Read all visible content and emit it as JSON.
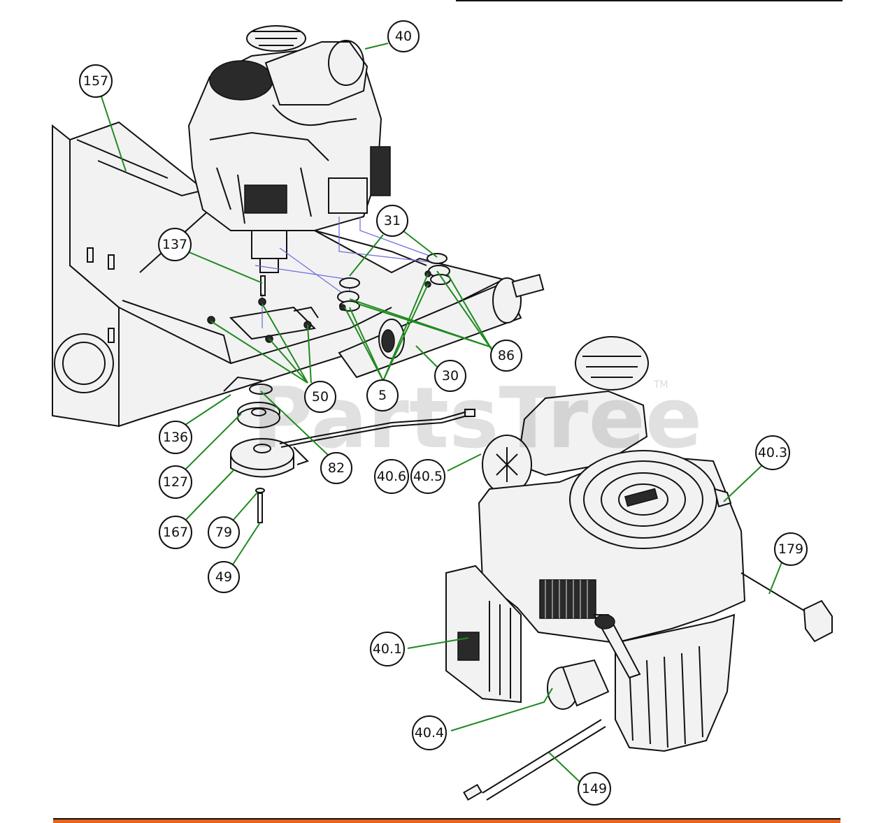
{
  "watermark": {
    "text": "PartsTree",
    "tm": "TM"
  },
  "colors": {
    "leader": "#1f8a1f",
    "footer_bar": "#e8621a",
    "guide": "#6a6ae0"
  },
  "callouts": [
    {
      "id": "c40",
      "label": "40"
    },
    {
      "id": "c157",
      "label": "157"
    },
    {
      "id": "c31",
      "label": "31"
    },
    {
      "id": "c137",
      "label": "137"
    },
    {
      "id": "c86",
      "label": "86"
    },
    {
      "id": "c30",
      "label": "30"
    },
    {
      "id": "c50",
      "label": "50"
    },
    {
      "id": "c5",
      "label": "5"
    },
    {
      "id": "c136",
      "label": "136"
    },
    {
      "id": "c82",
      "label": "82"
    },
    {
      "id": "c127",
      "label": "127"
    },
    {
      "id": "c167",
      "label": "167"
    },
    {
      "id": "c79",
      "label": "79"
    },
    {
      "id": "c49",
      "label": "49"
    },
    {
      "id": "c40_6",
      "label": "40.6"
    },
    {
      "id": "c40_5",
      "label": "40.5"
    },
    {
      "id": "c40_3",
      "label": "40.3"
    },
    {
      "id": "c179",
      "label": "179"
    },
    {
      "id": "c40_1",
      "label": "40.1"
    },
    {
      "id": "c40_4",
      "label": "40.4"
    },
    {
      "id": "c149",
      "label": "149"
    }
  ]
}
